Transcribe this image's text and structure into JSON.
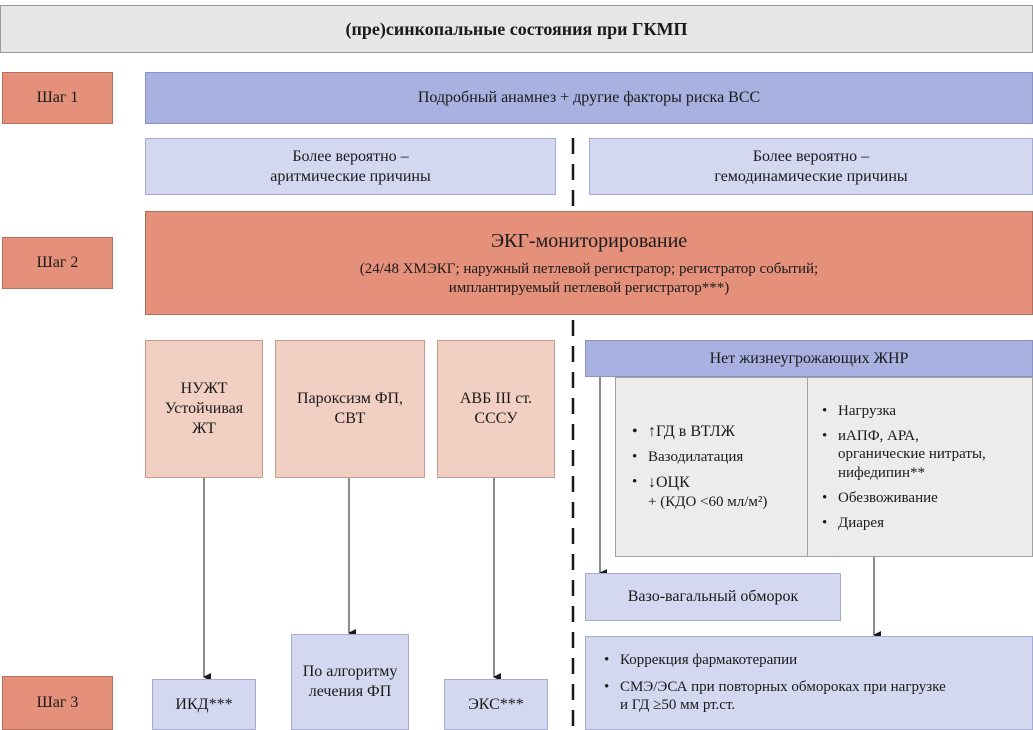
{
  "title": "(пре)синкопальные состояния при ГКМП",
  "steps": {
    "step1": "Шаг 1",
    "step2": "Шаг 2",
    "step3": "Шаг 3"
  },
  "anamnesis": "Подробный анамнез + другие факторы риска ВСС",
  "arrhythmic": {
    "line1": "Более вероятно –",
    "line2": "аритмические причины"
  },
  "hemodynamic": {
    "line1": "Более вероятно –",
    "line2": "гемодинамические причины"
  },
  "ecg": {
    "title": "ЭКГ-мониторирование",
    "line1": "(24/48 ХМЭКГ; наружный петлевой регистратор; регистратор событий;",
    "line2": "имплантируемый петлевой регистратор***)"
  },
  "vt": {
    "line1": "НУЖТ",
    "line2": "Устойчивая",
    "line3": "ЖТ"
  },
  "af": {
    "line1": "Пароксизм ФП,",
    "line2": "СВТ"
  },
  "avb": {
    "line1": "АВБ III ст.",
    "line2": "СССУ"
  },
  "no_threat": "Нет жизнеугрожающих ЖНР",
  "left_factors": {
    "item1": "↑ГД в ВТЛЖ",
    "item2": "Вазодилатация",
    "item3_line1": "↓ОЦК",
    "item3_line2": "+ (КДО <60 мл/м²)"
  },
  "right_factors": {
    "item1": "Нагрузка",
    "item2_line1": "иАПФ, АРА,",
    "item2_line2": "органические нитраты,",
    "item2_line3": "нифедипин**",
    "item3": "Обезвоживание",
    "item4": "Диарея"
  },
  "vasovagal": "Вазо-вагальный обморок",
  "icd": "ИКД***",
  "af_algorithm": {
    "line1": "По алгоритму",
    "line2": "лечения ФП"
  },
  "pacemaker": "ЭКС***",
  "correction": {
    "item1": "Коррекция фармакотерапии",
    "item2_line1": "СМЭ/ЭСА при повторных обмороках при нагрузке",
    "item2_line2": "и ГД ≥50 мм рт.ст."
  }
}
